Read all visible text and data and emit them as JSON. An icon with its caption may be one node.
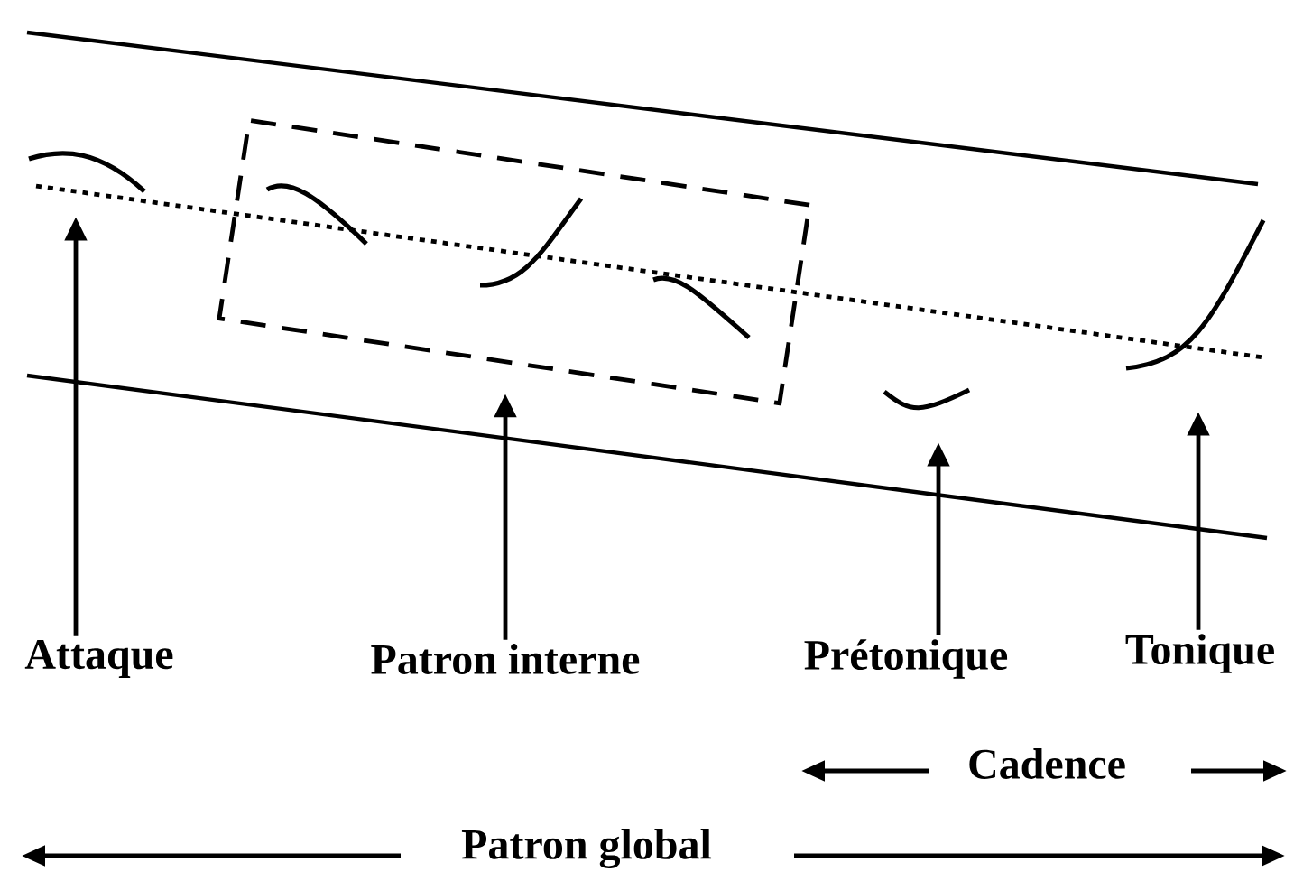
{
  "diagram": {
    "nodes": [
      {
        "text": [],
        "shape": "curve"
      },
      {
        "text": [],
        "shape": "box"
      },
      {
        "text": [],
        "shape": "curve"
      },
      {
        "text": [],
        "shape": "curve"
      },
      {
        "text": [
          "Attaque"
        ]
      },
      {
        "text": [
          "Patron interne"
        ]
      },
      {
        "text": [
          "Prétonique"
        ]
      },
      {
        "text": [
          "Tonique"
        ]
      }
    ],
    "edges": [
      {
        "from": 4,
        "to": 0,
        "arrow": "to"
      },
      {
        "from": 5,
        "to": 1,
        "arrow": "to"
      },
      {
        "from": 6,
        "to": 2,
        "arrow": "to"
      },
      {
        "from": 7,
        "to": 3,
        "arrow": "to"
      }
    ],
    "labels": [
      "Cadence",
      "Patron global"
    ]
  }
}
